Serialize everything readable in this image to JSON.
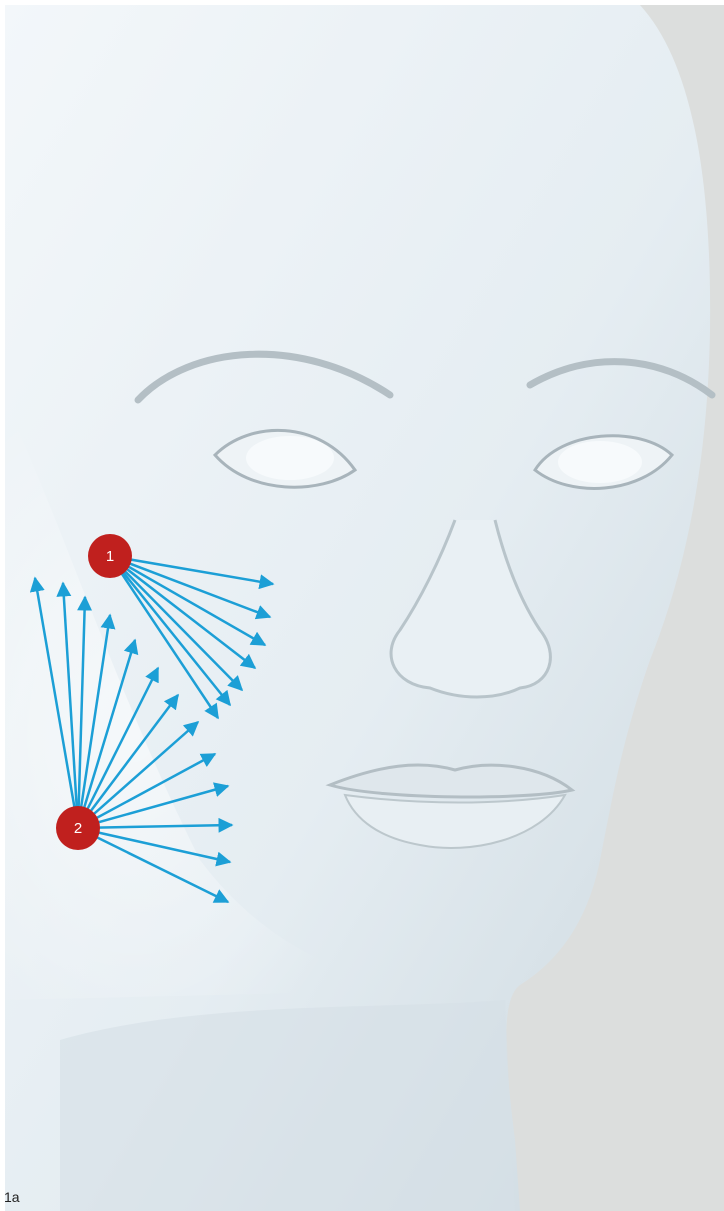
{
  "figure": {
    "caption": "1a",
    "markers": [
      {
        "label": "1"
      },
      {
        "label": "2"
      }
    ]
  },
  "colors": {
    "background": "#dcdedd",
    "face": "#e6eef2",
    "marker": "#c0201e",
    "arrow": "#1c9fd6"
  }
}
